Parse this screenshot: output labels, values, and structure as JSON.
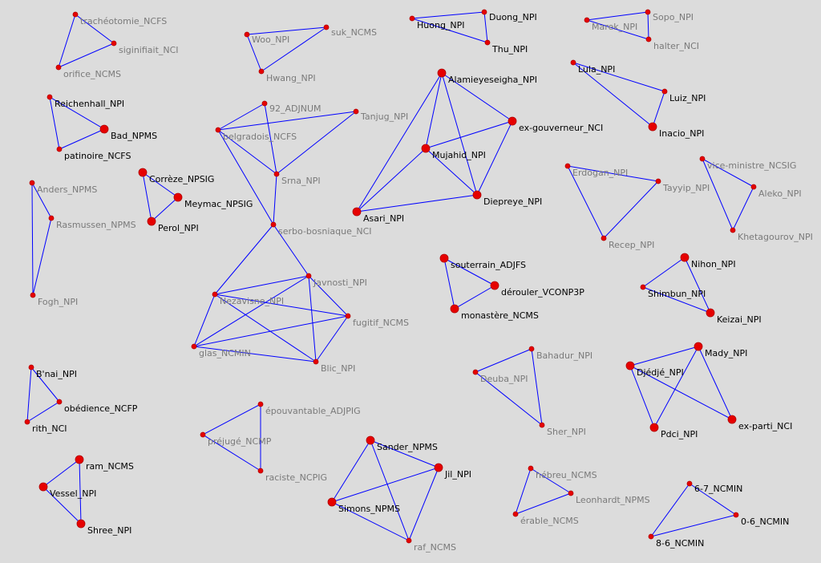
{
  "colors": {
    "background": "#dcdcdc",
    "edge": "#0000ff",
    "node": "#e60000",
    "node_outline": "#b00000",
    "label_dark": "#000000",
    "label_light": "#7a7a7a"
  },
  "nodes": [
    {
      "id": "trach",
      "label": "trachéotomie_NCFS",
      "tone": "light"
    },
    {
      "id": "sig",
      "label": "siginifiait_NCI",
      "tone": "light"
    },
    {
      "id": "orif",
      "label": "orifice_NCMS",
      "tone": "light"
    },
    {
      "id": "woo",
      "label": "Woo_NPI",
      "tone": "light"
    },
    {
      "id": "suk",
      "label": "suk_NCMS",
      "tone": "light"
    },
    {
      "id": "hwang",
      "label": "Hwang_NPI",
      "tone": "light"
    },
    {
      "id": "huong",
      "label": "Huong_NPI",
      "tone": "dark"
    },
    {
      "id": "duong",
      "label": "Duong_NPI",
      "tone": "dark"
    },
    {
      "id": "thu",
      "label": "Thu_NPI",
      "tone": "dark"
    },
    {
      "id": "marek",
      "label": "Marek_NPI",
      "tone": "light"
    },
    {
      "id": "sopo",
      "label": "Sopo_NPI",
      "tone": "light"
    },
    {
      "id": "halter",
      "label": "halter_NCI",
      "tone": "light"
    },
    {
      "id": "reich",
      "label": "Reichenhall_NPI",
      "tone": "dark"
    },
    {
      "id": "bad",
      "label": "Bad_NPMS",
      "tone": "dark"
    },
    {
      "id": "pat",
      "label": "patinoire_NCFS",
      "tone": "dark"
    },
    {
      "id": "n92",
      "label": "92_ADJNUM",
      "tone": "light"
    },
    {
      "id": "tanjug",
      "label": "Tanjug_NPI",
      "tone": "light"
    },
    {
      "id": "belg",
      "label": "belgradois_NCFS",
      "tone": "light"
    },
    {
      "id": "srna",
      "label": "Srna_NPI",
      "tone": "light"
    },
    {
      "id": "serbo",
      "label": "serbo-bosniaque_NCI",
      "tone": "light"
    },
    {
      "id": "alam",
      "label": "Alamieyeseigha_NPI",
      "tone": "dark"
    },
    {
      "id": "exgouv",
      "label": "ex-gouverneur_NCI",
      "tone": "dark"
    },
    {
      "id": "mujahid",
      "label": "Mujahid_NPI",
      "tone": "dark"
    },
    {
      "id": "diep",
      "label": "Diepreye_NPI",
      "tone": "dark"
    },
    {
      "id": "asari",
      "label": "Asari_NPI",
      "tone": "dark"
    },
    {
      "id": "lula",
      "label": "Lula_NPI",
      "tone": "dark"
    },
    {
      "id": "luiz",
      "label": "Luiz_NPI",
      "tone": "dark"
    },
    {
      "id": "inacio",
      "label": "Inacio_NPI",
      "tone": "dark"
    },
    {
      "id": "anders",
      "label": "Anders_NPMS",
      "tone": "light"
    },
    {
      "id": "rasm",
      "label": "Rasmussen_NPMS",
      "tone": "light"
    },
    {
      "id": "fogh",
      "label": "Fogh_NPI",
      "tone": "light"
    },
    {
      "id": "correze",
      "label": "Corrèze_NPSIG",
      "tone": "dark"
    },
    {
      "id": "meymac",
      "label": "Meymac_NPSIG",
      "tone": "dark"
    },
    {
      "id": "perol",
      "label": "Perol_NPI",
      "tone": "dark"
    },
    {
      "id": "erdogan",
      "label": "Erdogan_NPI",
      "tone": "light"
    },
    {
      "id": "tayyip",
      "label": "Tayyip_NPI",
      "tone": "light"
    },
    {
      "id": "recep",
      "label": "Recep_NPI",
      "tone": "light"
    },
    {
      "id": "vice",
      "label": "vice-ministre_NCSIG",
      "tone": "light"
    },
    {
      "id": "aleko",
      "label": "Aleko_NPI",
      "tone": "light"
    },
    {
      "id": "khet",
      "label": "Khetagourov_NPI",
      "tone": "light"
    },
    {
      "id": "souter",
      "label": "souterrain_ADJFS",
      "tone": "dark"
    },
    {
      "id": "derouler",
      "label": "dérouler_VCONP3P",
      "tone": "dark"
    },
    {
      "id": "monast",
      "label": "monastère_NCMS",
      "tone": "dark"
    },
    {
      "id": "nihon",
      "label": "Nihon_NPI",
      "tone": "dark"
    },
    {
      "id": "shimbun",
      "label": "Shimbun_NPI",
      "tone": "dark"
    },
    {
      "id": "keizai",
      "label": "Keizai_NPI",
      "tone": "dark"
    },
    {
      "id": "javnosti",
      "label": "Javnosti_NPI",
      "tone": "light"
    },
    {
      "id": "nezav",
      "label": "Nezavisne_NPI",
      "tone": "light"
    },
    {
      "id": "fugitif",
      "label": "fugitif_NCMS",
      "tone": "light"
    },
    {
      "id": "glas",
      "label": "glas_NCMIN",
      "tone": "light"
    },
    {
      "id": "blic",
      "label": "Blic_NPI",
      "tone": "light"
    },
    {
      "id": "bahadur",
      "label": "Bahadur_NPI",
      "tone": "light"
    },
    {
      "id": "deuba",
      "label": "Deuba_NPI",
      "tone": "light"
    },
    {
      "id": "sher",
      "label": "Sher_NPI",
      "tone": "light"
    },
    {
      "id": "mady",
      "label": "Mady_NPI",
      "tone": "dark"
    },
    {
      "id": "djedje",
      "label": "Djédjé_NPI",
      "tone": "dark"
    },
    {
      "id": "pdci",
      "label": "Pdci_NPI",
      "tone": "dark"
    },
    {
      "id": "exparti",
      "label": "ex-parti_NCI",
      "tone": "dark"
    },
    {
      "id": "bnai",
      "label": "B'nai_NPI",
      "tone": "dark"
    },
    {
      "id": "obed",
      "label": "obédience_NCFP",
      "tone": "dark"
    },
    {
      "id": "rith",
      "label": "rith_NCI",
      "tone": "dark"
    },
    {
      "id": "epouv",
      "label": "épouvantable_ADJPIG",
      "tone": "light"
    },
    {
      "id": "prejuge",
      "label": "préjugé_NCMP",
      "tone": "light"
    },
    {
      "id": "raciste",
      "label": "raciste_NCPIG",
      "tone": "light"
    },
    {
      "id": "sander",
      "label": "Sander_NPMS",
      "tone": "dark"
    },
    {
      "id": "jil",
      "label": "Jil_NPI",
      "tone": "dark"
    },
    {
      "id": "simons",
      "label": "Simons_NPMS",
      "tone": "dark"
    },
    {
      "id": "raf",
      "label": "raf_NCMS",
      "tone": "light"
    },
    {
      "id": "hebreu",
      "label": "hébreu_NCMS",
      "tone": "light"
    },
    {
      "id": "leon",
      "label": "Leonhardt_NPMS",
      "tone": "light"
    },
    {
      "id": "erable",
      "label": "érable_NCMS",
      "tone": "light"
    },
    {
      "id": "ram",
      "label": "ram_NCMS",
      "tone": "dark"
    },
    {
      "id": "vessel",
      "label": "Vessel_NPI",
      "tone": "dark"
    },
    {
      "id": "shree",
      "label": "Shree_NPI",
      "tone": "dark"
    },
    {
      "id": "n67",
      "label": "6-7_NCMIN",
      "tone": "dark"
    },
    {
      "id": "n06",
      "label": "0-6_NCMIN",
      "tone": "dark"
    },
    {
      "id": "n86",
      "label": "8-6_NCMIN",
      "tone": "dark"
    }
  ],
  "edges": [
    [
      "trach",
      "sig"
    ],
    [
      "sig",
      "orif"
    ],
    [
      "orif",
      "trach"
    ],
    [
      "woo",
      "suk"
    ],
    [
      "woo",
      "hwang"
    ],
    [
      "hwang",
      "suk"
    ],
    [
      "huong",
      "duong"
    ],
    [
      "duong",
      "thu"
    ],
    [
      "huong",
      "thu"
    ],
    [
      "marek",
      "sopo"
    ],
    [
      "sopo",
      "halter"
    ],
    [
      "marek",
      "halter"
    ],
    [
      "reich",
      "bad"
    ],
    [
      "reich",
      "pat"
    ],
    [
      "pat",
      "bad"
    ],
    [
      "belg",
      "n92"
    ],
    [
      "belg",
      "tanjug"
    ],
    [
      "n92",
      "srna"
    ],
    [
      "tanjug",
      "srna"
    ],
    [
      "belg",
      "srna"
    ],
    [
      "belg",
      "serbo"
    ],
    [
      "srna",
      "serbo"
    ],
    [
      "alam",
      "mujahid"
    ],
    [
      "alam",
      "exgouv"
    ],
    [
      "alam",
      "diep"
    ],
    [
      "alam",
      "asari"
    ],
    [
      "mujahid",
      "exgouv"
    ],
    [
      "mujahid",
      "diep"
    ],
    [
      "exgouv",
      "diep"
    ],
    [
      "asari",
      "diep"
    ],
    [
      "asari",
      "mujahid"
    ],
    [
      "lula",
      "luiz"
    ],
    [
      "lula",
      "inacio"
    ],
    [
      "luiz",
      "inacio"
    ],
    [
      "anders",
      "rasm"
    ],
    [
      "anders",
      "fogh"
    ],
    [
      "rasm",
      "fogh"
    ],
    [
      "correze",
      "meymac"
    ],
    [
      "correze",
      "perol"
    ],
    [
      "meymac",
      "perol"
    ],
    [
      "erdogan",
      "tayyip"
    ],
    [
      "erdogan",
      "recep"
    ],
    [
      "tayyip",
      "recep"
    ],
    [
      "vice",
      "aleko"
    ],
    [
      "vice",
      "khet"
    ],
    [
      "aleko",
      "khet"
    ],
    [
      "souter",
      "derouler"
    ],
    [
      "souter",
      "monast"
    ],
    [
      "monast",
      "derouler"
    ],
    [
      "nihon",
      "shimbun"
    ],
    [
      "nihon",
      "keizai"
    ],
    [
      "shimbun",
      "keizai"
    ],
    [
      "serbo",
      "javnosti"
    ],
    [
      "serbo",
      "nezav"
    ],
    [
      "javnosti",
      "nezav"
    ],
    [
      "javnosti",
      "glas"
    ],
    [
      "javnosti",
      "blic"
    ],
    [
      "nezav",
      "fugitif"
    ],
    [
      "nezav",
      "blic"
    ],
    [
      "nezav",
      "glas"
    ],
    [
      "fugitif",
      "glas"
    ],
    [
      "fugitif",
      "blic"
    ],
    [
      "glas",
      "blic"
    ],
    [
      "javnosti",
      "fugitif"
    ],
    [
      "bahadur",
      "deuba"
    ],
    [
      "bahadur",
      "sher"
    ],
    [
      "deuba",
      "sher"
    ],
    [
      "djedje",
      "mady"
    ],
    [
      "djedje",
      "pdci"
    ],
    [
      "djedje",
      "exparti"
    ],
    [
      "mady",
      "pdci"
    ],
    [
      "mady",
      "exparti"
    ],
    [
      "bnai",
      "obed"
    ],
    [
      "bnai",
      "rith"
    ],
    [
      "obed",
      "rith"
    ],
    [
      "epouv",
      "raciste"
    ],
    [
      "prejuge",
      "epouv"
    ],
    [
      "prejuge",
      "raciste"
    ],
    [
      "sander",
      "jil"
    ],
    [
      "sander",
      "simons"
    ],
    [
      "sander",
      "raf"
    ],
    [
      "jil",
      "simons"
    ],
    [
      "jil",
      "raf"
    ],
    [
      "simons",
      "raf"
    ],
    [
      "hebreu",
      "leon"
    ],
    [
      "hebreu",
      "erable"
    ],
    [
      "leon",
      "erable"
    ],
    [
      "ram",
      "vessel"
    ],
    [
      "vessel",
      "shree"
    ],
    [
      "ram",
      "shree"
    ],
    [
      "n67",
      "n06"
    ],
    [
      "n67",
      "n86"
    ],
    [
      "n06",
      "n86"
    ]
  ]
}
